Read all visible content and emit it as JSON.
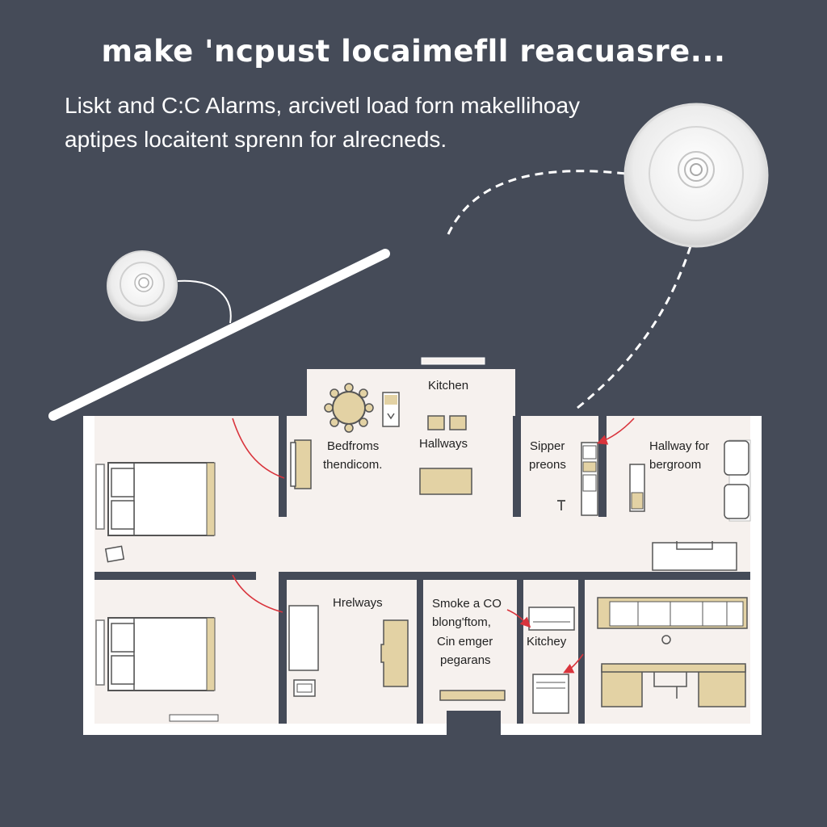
{
  "title": "make 'ncpust locaimefll reacuasre...",
  "subtitle_lines": [
    "Liskt and C:C Alarms, arcivetl load forn makellihoay",
    "aptipes locaitent sprenn for alrecneds."
  ],
  "rooms": {
    "kitchen_top": "Kitchen",
    "bedrooms_1": "Bedfroms",
    "bedrooms_2": "thendicom.",
    "hallways_top": "Hallways",
    "sipper_1": "Sipper",
    "sipper_2": "preons",
    "hallway_for_1": "Hallway for",
    "hallway_for_2": "bergroom",
    "hrelways": "Hrelways",
    "smoke_1": "Smoke a CO",
    "smoke_2": "blong'ftom,",
    "smoke_3": "Cin emger",
    "smoke_4": "pegarans",
    "kitchey": "Kitchey"
  },
  "colors": {
    "background": "#454b58",
    "floor": "#f6f1ee",
    "wall": "#ffffff",
    "furniture": "#e3d2a4",
    "arrow": "#d9343c"
  },
  "icons": [
    "smoke-detector-icon",
    "bed-icon",
    "dining-table-icon",
    "stove-icon",
    "sink-icon"
  ]
}
